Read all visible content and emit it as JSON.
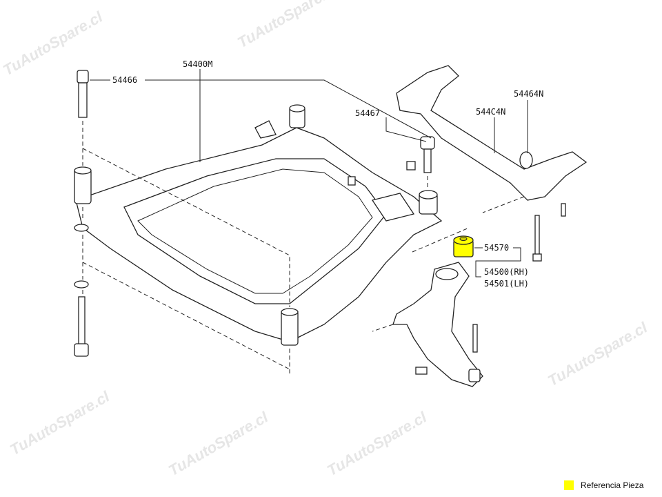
{
  "watermark": "TuAutoSpare.cl",
  "parts": {
    "p54466": "54466",
    "p54400M": "54400M",
    "p54467": "54467",
    "p54464N": "54464N",
    "p544C4N": "544C4N",
    "p54570": "54570",
    "p54500": "54500(RH)",
    "p54501": "54501(LH)"
  },
  "legend": {
    "label": "Referencia Pieza",
    "color": "#ffff00"
  }
}
